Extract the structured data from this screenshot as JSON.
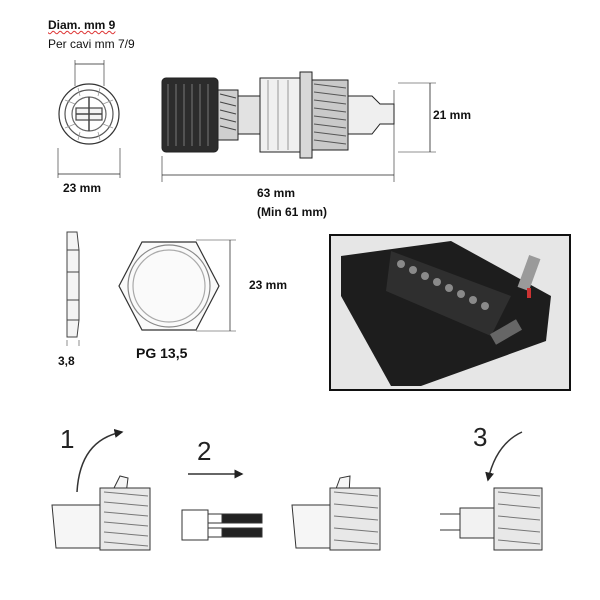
{
  "header": {
    "diameter_label": "Diam. mm 9",
    "cable_label": "Per cavi mm 7/9"
  },
  "dimensions": {
    "front_width": "23 mm",
    "length": "63 mm",
    "length_min": "(Min 61 mm)",
    "height": "21 mm",
    "nut_width": "23 mm",
    "nut_thickness": "3,8",
    "thread": "PG 13,5"
  },
  "steps": {
    "step1": "1",
    "step2": "2",
    "step3": "3"
  }
}
